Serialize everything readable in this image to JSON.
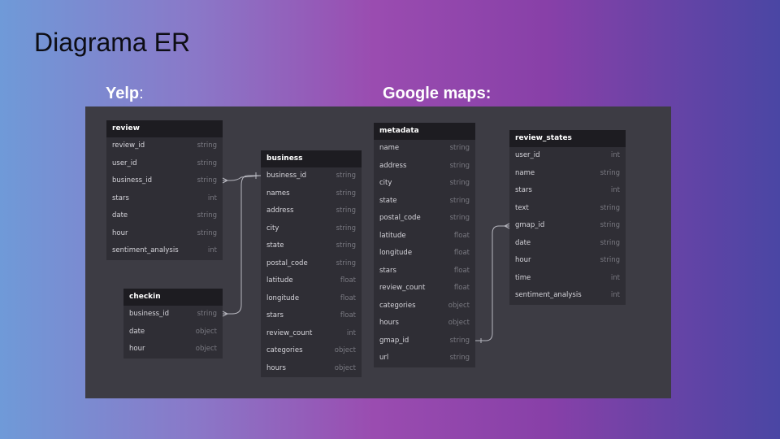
{
  "slide": {
    "title": "Diagrama ER"
  },
  "sections": {
    "yelp": {
      "name": "Yelp",
      "suffix": ":"
    },
    "google": {
      "name": "Google maps:"
    }
  },
  "entities": {
    "review": {
      "name": "review",
      "attributes": [
        {
          "name": "review_id",
          "type": "string"
        },
        {
          "name": "user_id",
          "type": "string"
        },
        {
          "name": "business_id",
          "type": "string"
        },
        {
          "name": "stars",
          "type": "int"
        },
        {
          "name": "date",
          "type": "string"
        },
        {
          "name": "hour",
          "type": "string"
        },
        {
          "name": "sentiment_analysis",
          "type": "int"
        }
      ]
    },
    "checkin": {
      "name": "checkin",
      "attributes": [
        {
          "name": "business_id",
          "type": "string"
        },
        {
          "name": "date",
          "type": "object"
        },
        {
          "name": "hour",
          "type": "object"
        }
      ]
    },
    "business": {
      "name": "business",
      "attributes": [
        {
          "name": "business_id",
          "type": "string"
        },
        {
          "name": "names",
          "type": "string"
        },
        {
          "name": "address",
          "type": "string"
        },
        {
          "name": "city",
          "type": "string"
        },
        {
          "name": "state",
          "type": "string"
        },
        {
          "name": "postal_code",
          "type": "string"
        },
        {
          "name": "latitude",
          "type": "float"
        },
        {
          "name": "longitude",
          "type": "float"
        },
        {
          "name": "stars",
          "type": "float"
        },
        {
          "name": "review_count",
          "type": "int"
        },
        {
          "name": "categories",
          "type": "object"
        },
        {
          "name": "hours",
          "type": "object"
        }
      ]
    },
    "metadata": {
      "name": "metadata",
      "attributes": [
        {
          "name": "name",
          "type": "string"
        },
        {
          "name": "address",
          "type": "string"
        },
        {
          "name": "city",
          "type": "string"
        },
        {
          "name": "state",
          "type": "string"
        },
        {
          "name": "postal_code",
          "type": "string"
        },
        {
          "name": "latitude",
          "type": "float"
        },
        {
          "name": "longitude",
          "type": "float"
        },
        {
          "name": "stars",
          "type": "float"
        },
        {
          "name": "review_count",
          "type": "float"
        },
        {
          "name": "categories",
          "type": "object"
        },
        {
          "name": "hours",
          "type": "object"
        },
        {
          "name": "gmap_id",
          "type": "string"
        },
        {
          "name": "url",
          "type": "string"
        }
      ]
    },
    "review_states": {
      "name": "review_states",
      "attributes": [
        {
          "name": "user_id",
          "type": "int"
        },
        {
          "name": "name",
          "type": "string"
        },
        {
          "name": "stars",
          "type": "int"
        },
        {
          "name": "text",
          "type": "string"
        },
        {
          "name": "gmap_id",
          "type": "string"
        },
        {
          "name": "date",
          "type": "string"
        },
        {
          "name": "hour",
          "type": "string"
        },
        {
          "name": "time",
          "type": "int"
        },
        {
          "name": "sentiment_analysis",
          "type": "int"
        }
      ]
    }
  },
  "relationships": [
    {
      "from": "review.business_id",
      "to": "business.business_id"
    },
    {
      "from": "checkin.business_id",
      "to": "business.business_id"
    },
    {
      "from": "metadata.gmap_id",
      "to": "review_states.gmap_id"
    }
  ]
}
